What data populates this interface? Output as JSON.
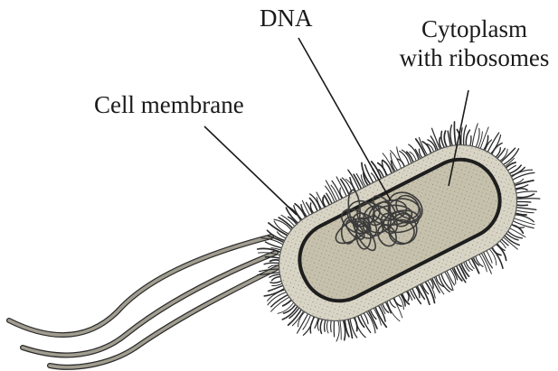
{
  "diagram": {
    "labels": {
      "dna": "DNA",
      "cytoplasm_line1": "Cytoplasm",
      "cytoplasm_line2": "with ribosomes",
      "cell_membrane": "Cell membrane"
    },
    "colors": {
      "cytoplasm_fill": "#c9c4b0",
      "cell_wall_fill": "#d7d3c4",
      "hair": "#2b2b2b",
      "flagella": "#6e6b62",
      "outline": "#1e1e1e"
    }
  }
}
